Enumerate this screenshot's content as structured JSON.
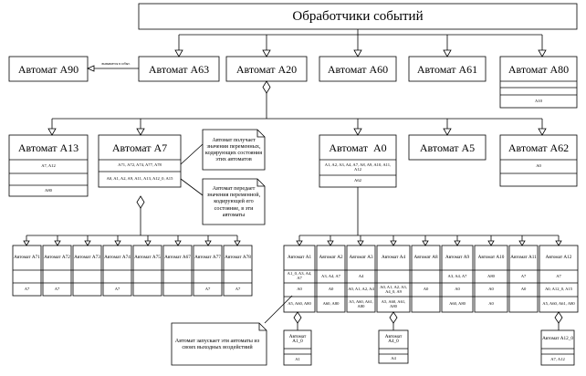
{
  "root": {
    "title": "Обработчики событий"
  },
  "level1": {
    "a90": "Автомат A90",
    "a63": "Автомат A63",
    "a20": "Автомат A20",
    "a60": "Автомат A60",
    "a61": "Автомат A61",
    "a80": "Автомат A80",
    "a80_var": "A10",
    "relation_label": "вызывается в событ."
  },
  "level2": {
    "a13": {
      "title": "Автомат A13",
      "vars": "A7, A12",
      "called": "A80"
    },
    "a7": {
      "title": "Автомат A7",
      "vars": "A71, A72, A74, A77, A78",
      "called": "A0, A1, A2, A9, A11, A13, A12_0, A15"
    },
    "a0": {
      "title": "Автомат  A0",
      "vars": "A1, A2, A3, A4, A7, A8, A9, A10, A11, A12",
      "called": "A62"
    },
    "a5": {
      "title": "Автомат A5"
    },
    "a62": {
      "title": "Автомат A62",
      "vars": "A0"
    }
  },
  "notes": {
    "get_vars": "Автомат получает значения переменных, кодирующих состояния этих автоматов",
    "pass_state": "Автомат передает значения переменной, кодирующей его состояние, в эти автоматы",
    "launch": "Автомат запускает эти автоматы из своих выходных воздействий"
  },
  "a7_children": [
    {
      "name": "Автомат A71",
      "vars": "",
      "called": "A7"
    },
    {
      "name": "Автомат A72",
      "vars": "",
      "called": "A7"
    },
    {
      "name": "Автомат A73",
      "vars": "",
      "called": ""
    },
    {
      "name": "Автомат A74",
      "vars": "",
      "called": "A7"
    },
    {
      "name": "Автомат A75",
      "vars": "",
      "called": ""
    },
    {
      "name": "Автомат A67",
      "vars": "",
      "called": ""
    },
    {
      "name": "Автомат A77",
      "vars": "",
      "called": "A7"
    },
    {
      "name": "Автомат A78",
      "vars": "",
      "called": "A7"
    }
  ],
  "a0_children": [
    {
      "name": "Автомат A1",
      "vars": "A1_0, A3, A4, A7",
      "mid": "A0",
      "called": "A5, A60, A80"
    },
    {
      "name": "Автомат A2",
      "vars": "A3, A4, A7",
      "mid": "A0",
      "called": "A60, A80"
    },
    {
      "name": "Автомат A3",
      "vars": "A4",
      "mid": "A0, A1, A2, A4",
      "called": "A5, A60, A61, A80"
    },
    {
      "name": "Автомат A4",
      "vars": "",
      "mid": "A0, A1, A2, A3, A4_0, A9",
      "called": "A5, A60, A61, A80"
    },
    {
      "name": "Автомат A8",
      "vars": "",
      "mid": "A0",
      "called": ""
    },
    {
      "name": "Автомат A9",
      "vars": "A3, A4, A7",
      "mid": "A0",
      "called": "A60, A80"
    },
    {
      "name": "Автомат A10",
      "vars": "A80",
      "mid": "A0",
      "called": "A0"
    },
    {
      "name": "Автомат A11",
      "vars": "A7",
      "mid": "A0",
      "called": ""
    },
    {
      "name": "Автомат A12",
      "vars": "A7",
      "mid": "A0, A12_0, A15",
      "called": "A5, A60, A61, A80"
    }
  ],
  "level4": {
    "a1_0": {
      "title": "Автомат A1_0",
      "called": "A1"
    },
    "a4_0": {
      "title": "Автомат A4_0",
      "called": "A4"
    },
    "a12_0": {
      "title": "Автомат A12_0",
      "called": "A7, A12"
    }
  }
}
